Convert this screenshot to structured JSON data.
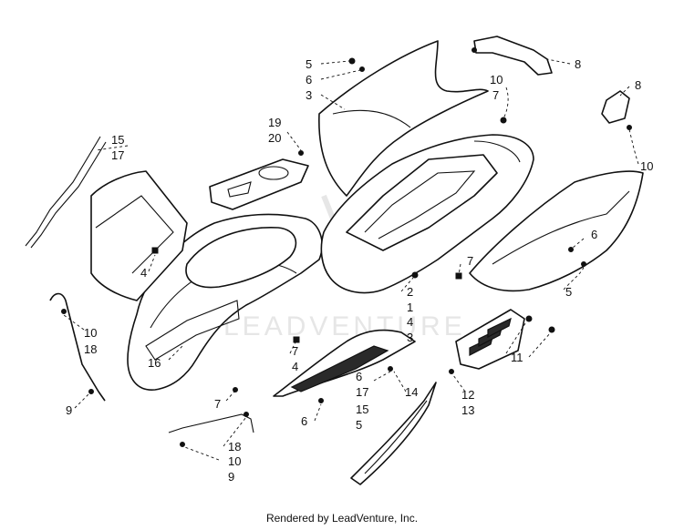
{
  "watermark_text": "LEADVENTURE",
  "footer_text": "Rendered by LeadVenture, Inc.",
  "callouts": [
    "5",
    "6",
    "3",
    "10",
    "7",
    "8",
    "8",
    "10",
    "19",
    "20",
    "15",
    "17",
    "4",
    "10",
    "18",
    "9",
    "16",
    "7",
    "4",
    "2",
    "1",
    "4",
    "3",
    "6",
    "5",
    "7",
    "11",
    "6",
    "17",
    "14",
    "15",
    "5",
    "6",
    "12",
    "13",
    "7",
    "18",
    "10",
    "9"
  ]
}
